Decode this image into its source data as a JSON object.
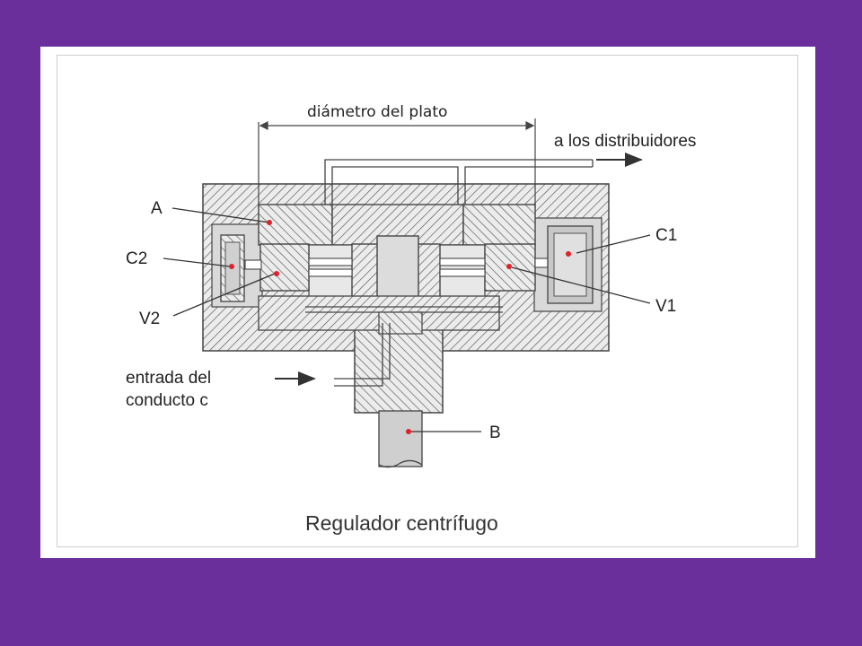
{
  "diagram": {
    "caption": "Regulador centrífugo",
    "labels": {
      "diameter": "diámetro del plato",
      "distributors": "a los distribuidores",
      "a": "A",
      "c2": "C2",
      "v2": "V2",
      "c1": "C1",
      "v1": "V1",
      "inlet_line1": "entrada del",
      "inlet_line2": "conducto c",
      "b": "B"
    },
    "colors": {
      "background": "#6b2f9b",
      "marker": "#e0202a",
      "ink": "#222222"
    }
  }
}
